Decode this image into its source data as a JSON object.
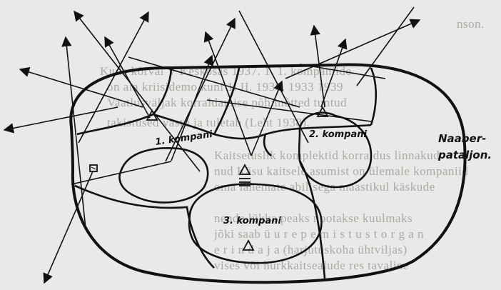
{
  "background_text": [
    "nson.",
    "Kuda kõrval V Keskosas 1937. 1. 1. kompaniide",
    "on aia kriisidemo kuni 1. II. 1938. 1933 1939",
    "Vaatlusväljak korraldamise põhimõtted tuntud",
    "takistused vastu ja tuletab (Leht 1938).",
    "Kaitsetuslik komplektid korraldus linnakud",
    "nud Käsu kaitsele asumist on ülemale kompaniid",
    "oma lähemate abilisega maastikul käskude",
    "nende lükka peaks nootakse kuulmaks",
    "jõki saab ü u r e p e m i s t u s t o r g a n",
    "e r i n d a j a (harjutuskoha ühtviljas)",
    "vises või hurkkaitsealude res tavaline"
  ],
  "labels": {
    "company1": "1. kompani",
    "company2": "2. kompani",
    "company3": "3. kompani",
    "neighbor_line1": "Naaber-",
    "neighbor_line2": "pataljon."
  },
  "colors": {
    "ink": "#111111",
    "paper": "#e9e9e7",
    "faint_text": "#a9a9a6"
  },
  "icons": [
    "triangle-position-icon",
    "flag-marker-icon",
    "arrow-icon"
  ]
}
